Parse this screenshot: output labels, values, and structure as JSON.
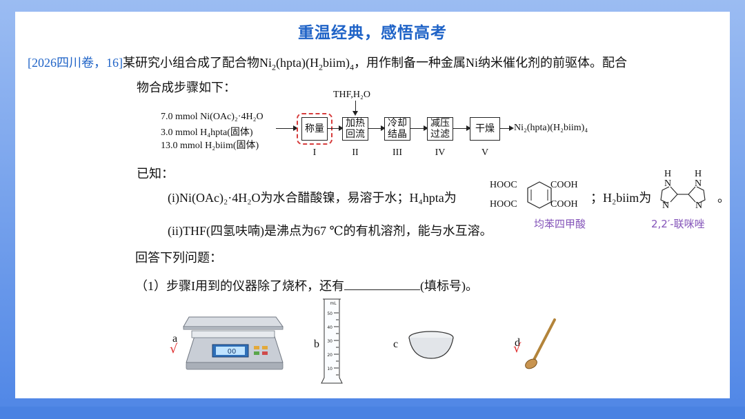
{
  "title": "重温经典，感悟高考",
  "question": {
    "source": "[2026四川卷，16]",
    "intro_a": "某研究小组合成了配合物Ni",
    "intro_b": "(hpta)(H",
    "intro_c": "biim)",
    "intro_d": "，用作制备一种金属Ni纳米催化剂的前驱体。配合",
    "intro_line2": "物合成步骤如下："
  },
  "flow": {
    "reagent_1": "7.0 mmol Ni(OAc)₂·4H₂O",
    "reagent_2": "3.0 mmol H₄hpta(固体)",
    "reagent_3": "13.0 mmol H₂biim(固体)",
    "added": "THF,H₂O",
    "steps": [
      {
        "label": "称量",
        "roman": "I"
      },
      {
        "label": "加热回流",
        "roman": "II"
      },
      {
        "label": "冷却结晶",
        "roman": "III"
      },
      {
        "label": "减压过滤",
        "roman": "IV"
      },
      {
        "label": "干燥",
        "roman": "V"
      }
    ],
    "product": "Ni₂(hpta)(H₂biim)₄"
  },
  "known": {
    "heading": "已知：",
    "item1_a": "(i)Ni(OAc)₂·4H₂O为水合醋酸镍，易溶于水；H₄hpta为",
    "item1_b": "；H₂biim为",
    "item1_end": "。",
    "item2": "(ii)THF(四氢呋喃)是沸点为67 ℃的有机溶剂，能与水互溶。",
    "hpta_name": "均苯四甲酸",
    "biim_name": "2,2′-联咪唑",
    "hpta_groups": [
      "HOOC",
      "COOH",
      "HOOC",
      "COOH"
    ],
    "biim_atoms": [
      "H",
      "N",
      "N",
      "H",
      "N",
      "N"
    ]
  },
  "answer": {
    "heading": "回答下列问题：",
    "q1_a": "（1）步骤I用到的仪器除了烧杯，还有",
    "q1_b": "(填标号)。"
  },
  "instruments": {
    "labels": [
      "a",
      "b",
      "c",
      "d"
    ],
    "balance_display": "00",
    "cylinder_unit": "mL",
    "cylinder_ticks": [
      "50",
      "40",
      "30",
      "20",
      "10"
    ],
    "check_mark": "√"
  }
}
